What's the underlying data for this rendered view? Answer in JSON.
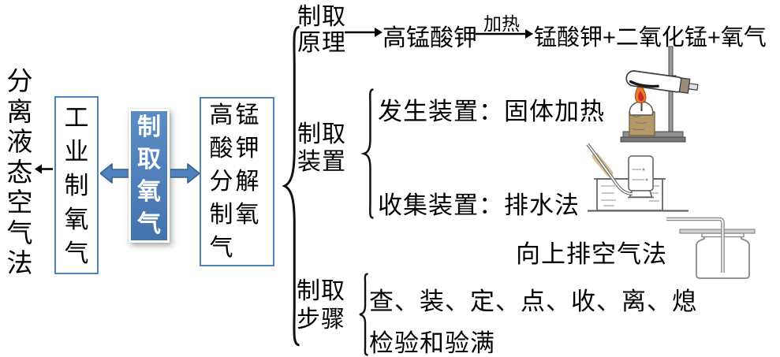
{
  "accent": {
    "blue": "#4f81bd",
    "blue_dark": "#385d8a"
  },
  "left_branch": {
    "separation_label": "分离液态空气法",
    "industrial_label": "工业制氧气"
  },
  "center": {
    "title": "制取氧气"
  },
  "kmno4_label": "高锰酸钾分解制氧气",
  "branches": {
    "principle": {
      "label": "制取原理",
      "reactant": "高锰酸钾",
      "condition": "加热",
      "products": "锰酸钾+二氧化锰+氧气"
    },
    "apparatus": {
      "label": "制取装置",
      "generation": "发生装置：固体加热",
      "collection": "收集装置：排水法",
      "collection_alt": "向上排空气法"
    },
    "steps": {
      "label": "制取步骤",
      "line1": "查、装、定、点、收、离、熄",
      "line2": "检验和验满"
    }
  },
  "illustrations": {
    "heating": "solid-heating-apparatus",
    "water": "water-displacement-apparatus",
    "bottle": "upward-air-displacement-bottle"
  }
}
